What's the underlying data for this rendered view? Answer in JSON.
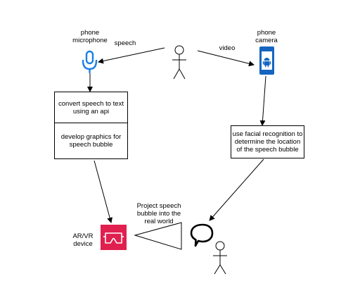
{
  "labels": {
    "phone_microphone": "phone\nmicrophone",
    "phone_camera": "phone\ncamera",
    "speech": "speech",
    "video": "video",
    "convert_speech": "convert speech to text\nusing an api",
    "develop_graphics": "develop graphics for\nspeech bubble",
    "facial_recognition": "use facial recognition to\ndetermine the location\nof the speech bubble",
    "project_bubble": "Project speech\nbubble into the\nreal world",
    "arvr_device": "AR/VR\ndevice"
  },
  "colors": {
    "microphone": "#1a7fe6",
    "phone": "#1565c0",
    "vr_device": "#e0204f",
    "stroke": "#000000"
  },
  "icons": {
    "microphone": "microphone-icon",
    "phone": "android-phone-icon",
    "vr": "vr-headset-icon",
    "bubble": "speech-bubble-icon",
    "person": "person-icon"
  }
}
